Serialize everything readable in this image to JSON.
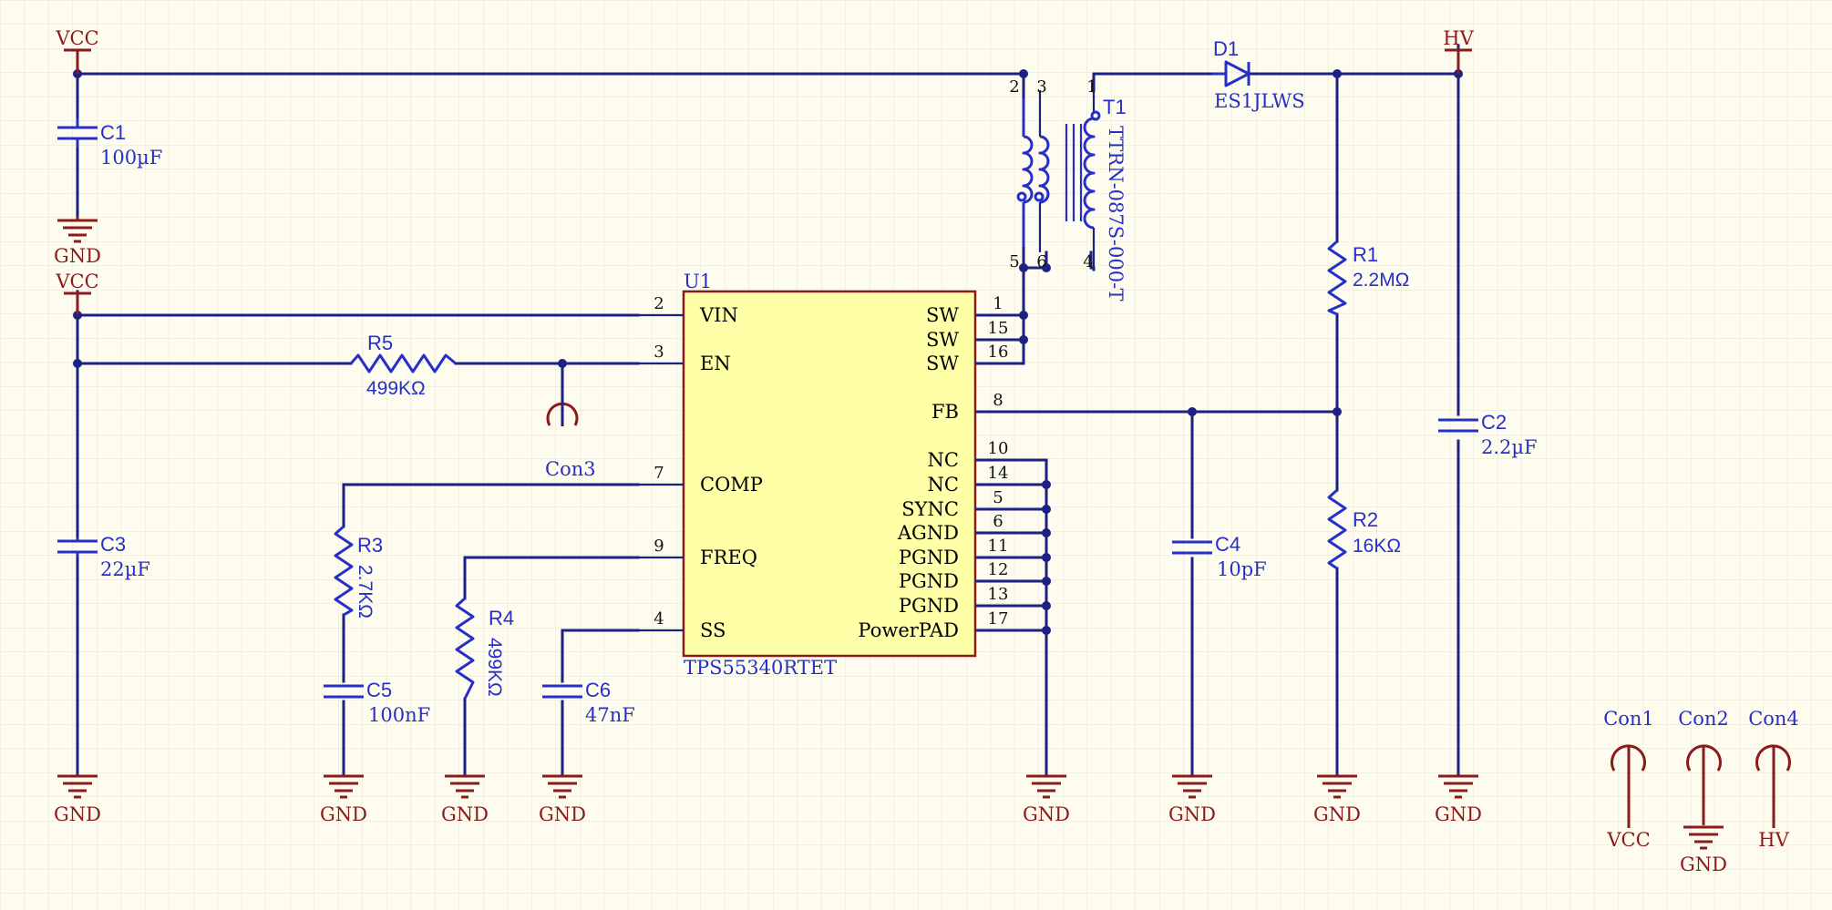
{
  "nets": {
    "vcc": "VCC",
    "gnd": "GND",
    "hv": "HV"
  },
  "components": {
    "C1": {
      "designator": "C1",
      "value": "100µF"
    },
    "C2": {
      "designator": "C2",
      "value": "2.2µF"
    },
    "C3": {
      "designator": "C3",
      "value": "22µF"
    },
    "C4": {
      "designator": "C4",
      "value": "10pF"
    },
    "C5": {
      "designator": "C5",
      "value": "100nF"
    },
    "C6": {
      "designator": "C6",
      "value": "47nF"
    },
    "R1": {
      "designator": "R1",
      "value": "2.2MΩ"
    },
    "R2": {
      "designator": "R2",
      "value": "16KΩ"
    },
    "R3": {
      "designator": "R3",
      "value": "2.7KΩ"
    },
    "R4": {
      "designator": "R4",
      "value": "499KΩ"
    },
    "R5": {
      "designator": "R5",
      "value": "499KΩ"
    },
    "D1": {
      "designator": "D1",
      "value": "ES1JLWS"
    },
    "T1": {
      "designator": "T1",
      "value": "TTRN-087S-000-T",
      "pins": [
        "1",
        "2",
        "3",
        "4",
        "5",
        "6"
      ]
    },
    "U1": {
      "designator": "U1",
      "value": "TPS55340RTET"
    }
  },
  "connectors": {
    "con1": {
      "label": "Con1",
      "net": "VCC"
    },
    "con2": {
      "label": "Con2",
      "net": "GND"
    },
    "con3": {
      "label": "Con3"
    },
    "con4": {
      "label": "Con4",
      "net": "HV"
    }
  },
  "u1_pins": {
    "left": [
      {
        "num": "2",
        "name": "VIN"
      },
      {
        "num": "3",
        "name": "EN"
      },
      {
        "num": "7",
        "name": "COMP"
      },
      {
        "num": "9",
        "name": "FREQ"
      },
      {
        "num": "4",
        "name": "SS"
      }
    ],
    "right": [
      {
        "num": "1",
        "name": "SW"
      },
      {
        "num": "15",
        "name": "SW"
      },
      {
        "num": "16",
        "name": "SW"
      },
      {
        "num": "8",
        "name": "FB"
      },
      {
        "num": "10",
        "name": "NC"
      },
      {
        "num": "14",
        "name": "NC"
      },
      {
        "num": "5",
        "name": "SYNC"
      },
      {
        "num": "6",
        "name": "AGND"
      },
      {
        "num": "11",
        "name": "PGND"
      },
      {
        "num": "12",
        "name": "PGND"
      },
      {
        "num": "13",
        "name": "PGND"
      },
      {
        "num": "17",
        "name": "PowerPAD"
      }
    ]
  },
  "colors": {
    "wire": "#1c2184",
    "component": "#2630c8",
    "power_port": "#8b1a1a",
    "chip_fill": "#ffffa8",
    "chip_border": "#8b1a1a",
    "sheet": "#fdfcee",
    "grid": "#e3e2d5"
  }
}
